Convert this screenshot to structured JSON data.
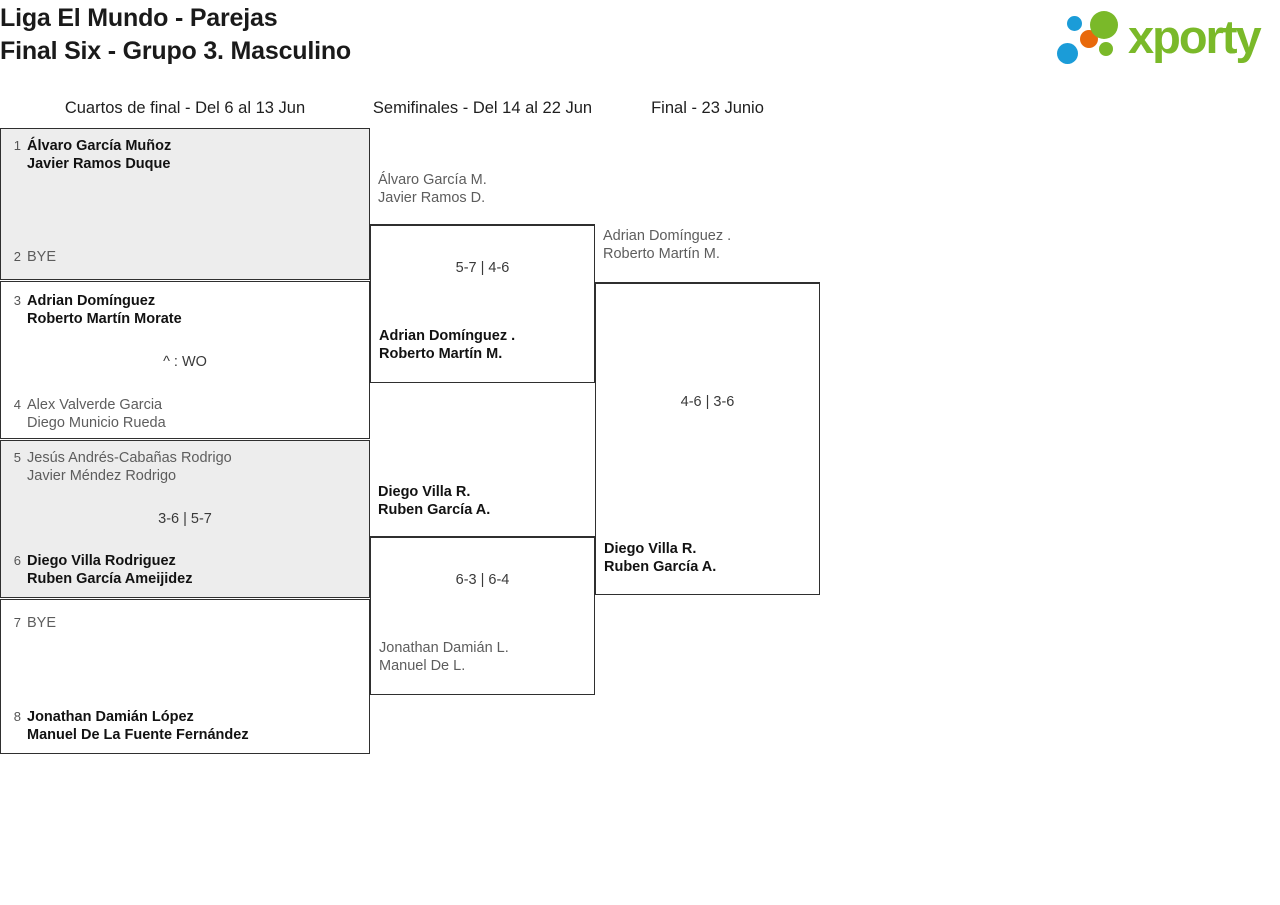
{
  "header": {
    "title_line1": "Liga El Mundo - Parejas",
    "title_line2": "Final Six - Grupo 3. Masculino",
    "logo_text": "xporty",
    "logo_colors": {
      "green": "#7ab929",
      "blue": "#1b9cd8",
      "orange": "#e8690b"
    }
  },
  "rounds": [
    {
      "id": "quarterfinals",
      "label": "Cuartos de final - Del 6 al 13 Jun"
    },
    {
      "id": "semifinals",
      "label": "Semifinales - Del 14 al 22 Jun"
    },
    {
      "id": "final",
      "label": "Final - 23 Junio"
    }
  ],
  "quarterfinals": [
    {
      "id": "qf1",
      "shaded": true,
      "score": "",
      "top": {
        "seed": "1",
        "line1": "Álvaro García Muñoz",
        "line2": "Javier Ramos Duque",
        "result": "winner"
      },
      "bottom": {
        "seed": "2",
        "line1": "BYE",
        "line2": "",
        "result": "loser"
      }
    },
    {
      "id": "qf2",
      "shaded": false,
      "score": "^ : WO",
      "top": {
        "seed": "3",
        "line1": "Adrian Domínguez",
        "line2": "Roberto Martín Morate",
        "result": "winner"
      },
      "bottom": {
        "seed": "4",
        "line1": "Alex Valverde Garcia",
        "line2": "Diego Municio Rueda",
        "result": "loser"
      }
    },
    {
      "id": "qf3",
      "shaded": true,
      "score": "3-6 | 5-7",
      "top": {
        "seed": "5",
        "line1": "Jesús Andrés-Cabañas Rodrigo",
        "line2": "Javier Méndez Rodrigo",
        "result": "loser"
      },
      "bottom": {
        "seed": "6",
        "line1": "Diego Villa Rodriguez",
        "line2": "Ruben García Ameijidez",
        "result": "winner"
      }
    },
    {
      "id": "qf4",
      "shaded": false,
      "score": "",
      "top": {
        "seed": "7",
        "line1": "BYE",
        "line2": "",
        "result": "loser"
      },
      "bottom": {
        "seed": "8",
        "line1": "Jonathan Damián López",
        "line2": "Manuel De La Fuente Fernández",
        "result": "winner"
      }
    }
  ],
  "semifinals": [
    {
      "id": "sf1",
      "score": "5-7 | 4-6",
      "top": {
        "line1": "Álvaro García M.",
        "line2": "Javier Ramos D.",
        "result": "loser"
      },
      "bottom": {
        "line1": "Adrian Domínguez .",
        "line2": "Roberto Martín M.",
        "result": "winner"
      }
    },
    {
      "id": "sf2",
      "score": "6-3 | 6-4",
      "top": {
        "line1": "Diego Villa R.",
        "line2": "Ruben García A.",
        "result": "winner"
      },
      "bottom": {
        "line1": "Jonathan Damián L.",
        "line2": "Manuel De L.",
        "result": "loser"
      }
    }
  ],
  "final": [
    {
      "id": "f1",
      "score": "4-6 | 3-6",
      "top": {
        "line1": "Adrian Domínguez .",
        "line2": "Roberto Martín M.",
        "result": "loser"
      },
      "bottom": {
        "line1": "Diego Villa R.",
        "line2": "Ruben García A.",
        "result": "winner"
      }
    }
  ]
}
